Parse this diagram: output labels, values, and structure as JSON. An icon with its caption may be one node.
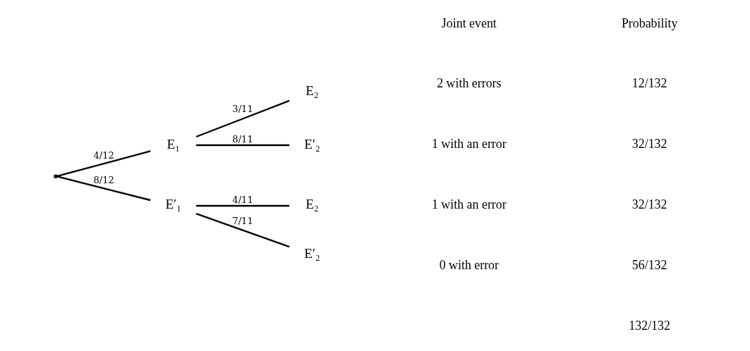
{
  "diagram": {
    "nodes": [
      {
        "text": [],
        "shape": "point"
      },
      {
        "text": [
          "E₁"
        ]
      },
      {
        "text": [
          "E′₁"
        ]
      },
      {
        "text": [
          "E₂"
        ]
      },
      {
        "text": [
          "E′₂"
        ]
      },
      {
        "text": [
          "E₂"
        ]
      },
      {
        "text": [
          "E′₂"
        ]
      }
    ],
    "edges": [
      {
        "from": 0,
        "to": 1,
        "arrow": "none",
        "label": "4/12"
      },
      {
        "from": 0,
        "to": 2,
        "arrow": "none",
        "label": "8/12"
      },
      {
        "from": 1,
        "to": 3,
        "arrow": "none",
        "label": "3/11"
      },
      {
        "from": 1,
        "to": 4,
        "arrow": "none",
        "label": "8/11"
      },
      {
        "from": 2,
        "to": 5,
        "arrow": "none",
        "label": "4/11"
      },
      {
        "from": 2,
        "to": 6,
        "arrow": "none",
        "label": "7/11"
      }
    ],
    "labels": [
      "Joint event",
      "Probability",
      "2 with errors",
      "12/132",
      "1 with an error",
      "32/132",
      "1 with an error",
      "32/132",
      "0 with error",
      "56/132",
      "132/132"
    ]
  }
}
